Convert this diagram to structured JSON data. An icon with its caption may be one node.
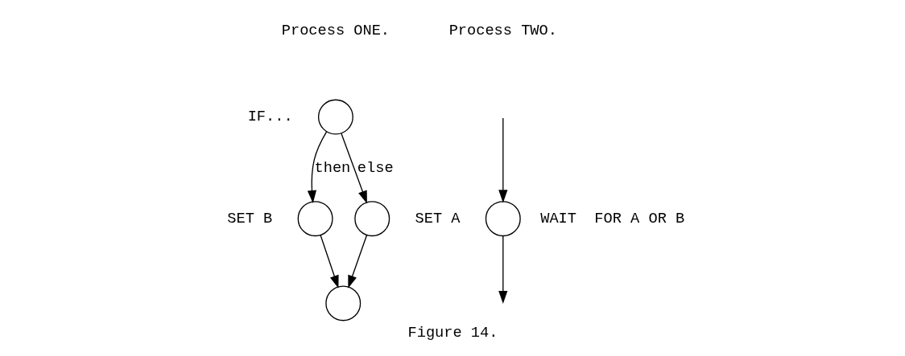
{
  "diagram": {
    "caption": "Figure 14.",
    "nodes": [
      {
        "text": [],
        "shape": "circle",
        "beside": [
          "IF..."
        ]
      },
      {
        "text": [],
        "shape": "circle",
        "beside": [
          "SET B"
        ]
      },
      {
        "text": [],
        "shape": "circle",
        "beside": [
          "SET A"
        ]
      },
      {
        "text": [],
        "shape": "circle"
      },
      {
        "text": [],
        "shape": "circle",
        "beside": [
          "WAIT  FOR A OR B"
        ]
      }
    ],
    "edges": [
      {
        "from": 0,
        "to": 1,
        "arrow": "to",
        "label": "then"
      },
      {
        "from": 0,
        "to": 2,
        "arrow": "to",
        "label": "else"
      },
      {
        "from": 1,
        "to": 3,
        "arrow": "to"
      },
      {
        "from": 2,
        "to": 3,
        "arrow": "to"
      },
      {
        "from": null,
        "to": 4,
        "arrow": "to"
      },
      {
        "from": 4,
        "to": null,
        "arrow": "to"
      }
    ],
    "labels": [
      "Process ONE.",
      "Process TWO."
    ]
  }
}
